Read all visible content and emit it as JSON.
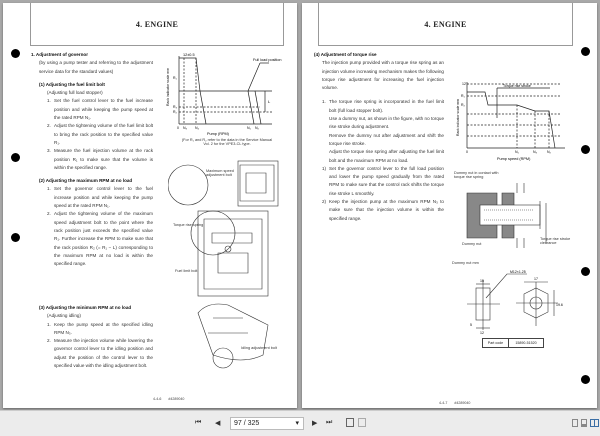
{
  "left_page": {
    "header": "4. ENGINE",
    "section_title": "1. Adjustment of governor",
    "section_intro": "(by using a pump tester and referring to the adjustment service data for the standard values)",
    "sub1": {
      "title": "(1) Adjusting the fuel limit bolt",
      "subtitle": "(Adjusting full load stopper)",
      "steps": [
        {
          "n": "1.",
          "t": "Set the fuel control lever to the fuel increase position and while keeping the pump speed at the rated RPM N₁."
        },
        {
          "n": "2.",
          "t": "Adjust the tightening volume of the fuel limit bolt to bring the rack position to the specified value R₁."
        },
        {
          "n": "3.",
          "t": "Measure the fuel injection volume at the rack position R₁ to make sure that the volume is within the specified range."
        }
      ]
    },
    "sub2": {
      "title": "(2) Adjusting the maximum RPM at no load",
      "steps": [
        {
          "n": "1.",
          "t": "Set the governor control lever to the fuel increase position and while keeping the pump speed at the rated RPM N₁."
        },
        {
          "n": "2.",
          "t": "Adjust the tightening volume of the maximum speed adjustment bolt to the point where the rack position just exceeds the specified value R₁. Further increase the RPM to make sure that the rack position R₂ (= R₁ − L) corresponding to the maximum RPM at no load is within the specified range."
        }
      ]
    },
    "sub3": {
      "title": "(3) Adjusting the minimum RPM at no load",
      "subtitle": "(Adjusting idling)",
      "steps": [
        {
          "n": "1.",
          "t": "Keep the pump speed at the specified idling RPM N₃."
        },
        {
          "n": "2.",
          "t": "Measure the injection volume while lowering the governor control lever to the idling position and adjust the position of the control lever to the specified value with the idling adjustment bolt."
        }
      ]
    },
    "chart": {
      "ylabel": "Rack indicator scale mm",
      "xlabel": "Pump (RPM)",
      "top_label": "12±0.5",
      "full_load": "Full load position",
      "L": "L",
      "r1": "R₁",
      "r3": "R₃",
      "r2": "R₂",
      "x0": "0",
      "n3": "N₃",
      "n4": "N₄",
      "n1": "N₁",
      "n2": "N₂",
      "note": "(For R₁ and R₂ refer to the data in the Service Manual Vol. 2 for the VPE3-CL type."
    },
    "labels": {
      "max_speed_bolt": "Maximum speed adjustment bolt",
      "torque_spring": "Torque rise spring",
      "fuel_limit_bolt": "Fuel limit bolt",
      "idling_bolt": "Idling adjustment bolt"
    },
    "footer_page": "4-4-6",
    "footer_code": "#4289040"
  },
  "right_page": {
    "header": "4. ENGINE",
    "section_title": "(4) Adjustment of torque rise",
    "intro": "The injection pump provided with a torque rise spring as an injection volume increasing mechanism makes the following torque rise adjustment for increasing the fuel injection volume.",
    "step1": {
      "n": "1.",
      "paras": [
        "The torque rise spring is incorporated in the fuel limit bolt (full load stopper bolt).",
        "Use a dummy nut, as shown in the figure, with no torque rise stroke during adjustment.",
        "Remove the dummy nut after adjustment and shift the torque rise stroke.",
        "Adjust the torque rise spring after adjusting the fuel limit bolt and the maximum RPM at no load."
      ]
    },
    "substeps": [
      {
        "n": "1)",
        "t": "Set the governor control lever to the full load position and lower the pump speed gradually from the rated RPM to make sure that the control rack shifts the torque rise stroke L smoothly."
      },
      {
        "n": "2)",
        "t": "Keep the injection pump at the maximum RPM N₃ to make sure that the injection volume is within the specified range."
      }
    ],
    "chart": {
      "ylabel": "Rack indicator scale mm",
      "xlabel": "Pump speed (RPM)",
      "y12": "12",
      "r1": "R₁",
      "r2": "R₂",
      "torque_label": "Torque rise stroke",
      "x0": "0",
      "n1": "N₁",
      "n3": "N₃",
      "n2": "N₂"
    },
    "labels": {
      "dummy_contact": "Dummy nut in contact with torque rise spring",
      "dummy_nut": "Dummy nut",
      "torque_clearance": "Torque rise stroke clearance",
      "dummy_mm": "Dummy nut mm",
      "thread": "M12×1.25",
      "d15": "15",
      "d12": "12",
      "d17": "17",
      "d19": "19.6",
      "d5": "5",
      "part_code_label": "Part code",
      "part_code": "15890-51520"
    },
    "footer_page": "4-4-7",
    "footer_code": "#4289040"
  },
  "toolbar": {
    "first": "⏮",
    "prev": "◀",
    "page": "97 / 325",
    "dropdown": "▾",
    "next": "▶",
    "last": "⏭"
  }
}
